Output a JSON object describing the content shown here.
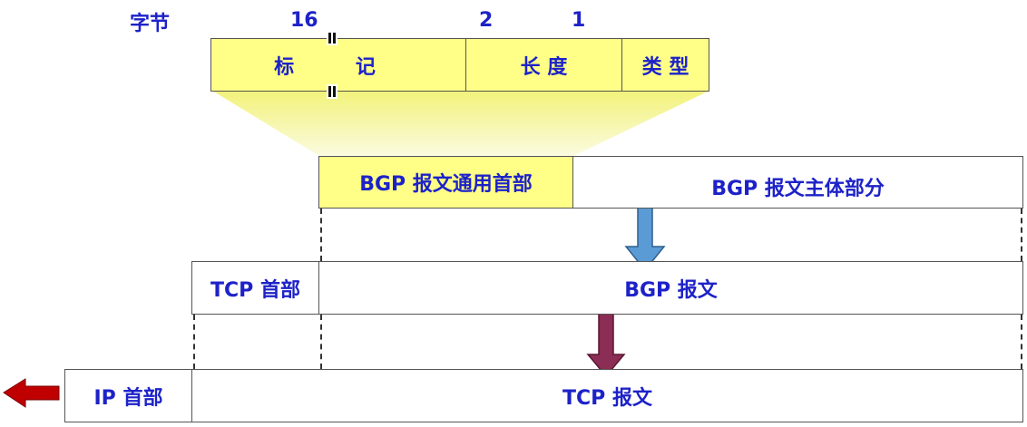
{
  "header": {
    "unit_label": "字节",
    "size_marker": "16",
    "length_size": "2",
    "type_size": "1"
  },
  "fields": {
    "marker": "标 记",
    "length": "长 度",
    "type": "类 型"
  },
  "bgp_layer": {
    "common_header": "BGP 报文通用首部",
    "body": "BGP 报文主体部分"
  },
  "tcp_layer": {
    "header": "TCP 首部",
    "payload": "BGP 报文"
  },
  "ip_layer": {
    "header": "IP 首部",
    "payload": "TCP 报文"
  },
  "colors": {
    "label_blue": "#1d22c8",
    "field_yellow": "#ffff88",
    "blue_arrow": "#5b9bd5",
    "purple_arrow": "#8b2d55",
    "red_arrow": "#c00000"
  }
}
